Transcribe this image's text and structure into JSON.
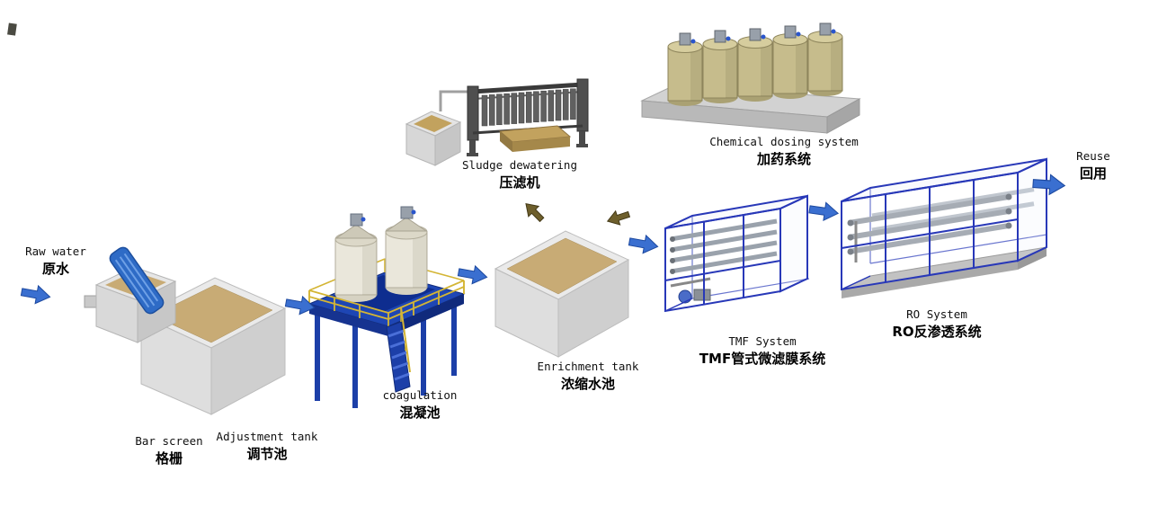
{
  "diagram": {
    "type": "process-flow",
    "background": "#ffffff",
    "stages": [
      {
        "id": "raw-water",
        "en": "Raw water",
        "zh": "原水"
      },
      {
        "id": "bar-screen",
        "en": "Bar screen",
        "zh": "格栅"
      },
      {
        "id": "adjustment-tank",
        "en": "Adjustment tank",
        "zh": "调节池"
      },
      {
        "id": "coagulation",
        "en": "coagulation",
        "zh": "混凝池"
      },
      {
        "id": "sludge-dewatering",
        "en": "Sludge dewatering",
        "zh": "压滤机"
      },
      {
        "id": "enrichment-tank",
        "en": "Enrichment tank",
        "zh": "浓缩水池"
      },
      {
        "id": "chemical-dosing",
        "en": "Chemical dosing system",
        "zh": "加药系统"
      },
      {
        "id": "tmf-system",
        "en": "TMF System",
        "zh": "TMF管式微滤膜系统"
      },
      {
        "id": "ro-system",
        "en": "RO System",
        "zh": "RO反渗透系统"
      },
      {
        "id": "reuse",
        "en": "Reuse",
        "zh": "回用"
      }
    ],
    "flow_main": [
      "raw-water",
      "bar-screen",
      "adjustment-tank",
      "coagulation",
      "enrichment-tank",
      "tmf-system",
      "ro-system",
      "reuse"
    ],
    "flow_branches": [
      {
        "from": "enrichment-tank",
        "to": "sludge-dewatering",
        "style": "sludge"
      },
      {
        "from": "tmf-system",
        "to": "enrichment-tank",
        "style": "sludge"
      }
    ],
    "colors": {
      "flow_arrow": "#3a6fd0",
      "sludge_arrow": "#6e5f2c",
      "tank_wall": "#dedede",
      "liquid": "#c8ab75",
      "platform_blue": "#1e46b4",
      "railing_yellow": "#d4b534",
      "skid_frame_blue": "#2838b8",
      "dosing_tank": "#c6bc8c",
      "machine_grey": "#5e5e5e",
      "screen_blue": "#2e6bc6"
    }
  }
}
